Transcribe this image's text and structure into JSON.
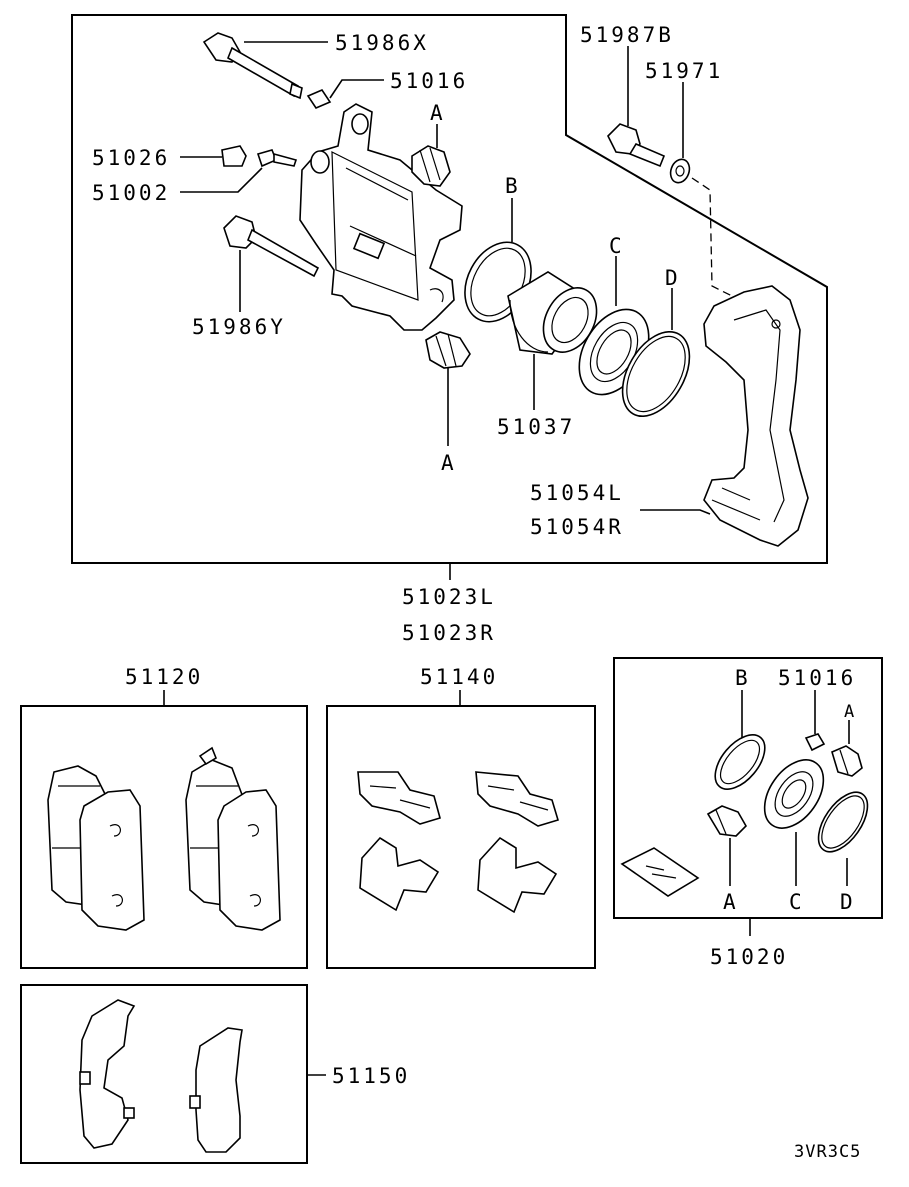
{
  "labels": {
    "p51986x": "51986X",
    "p51016_top": "51016",
    "p51026": "51026",
    "p51002": "51002",
    "p51986y": "51986Y",
    "a_top": "A",
    "a_bottom": "A",
    "b_top": "B",
    "c_top": "C",
    "d_top": "D",
    "p51037": "51037",
    "p51987b": "51987B",
    "p51971": "51971",
    "p51054l": "51054L",
    "p51054r": "51054R",
    "p51023l": "51023L",
    "p51023r": "51023R",
    "p51120": "51120",
    "p51140": "51140",
    "p51150": "51150",
    "kit_b": "B",
    "kit_51016": "51016",
    "kit_a_top": "A",
    "kit_a_bottom": "A",
    "kit_c": "C",
    "kit_d": "D",
    "p51020": "51020",
    "diagram_code": "3VR3C5"
  }
}
